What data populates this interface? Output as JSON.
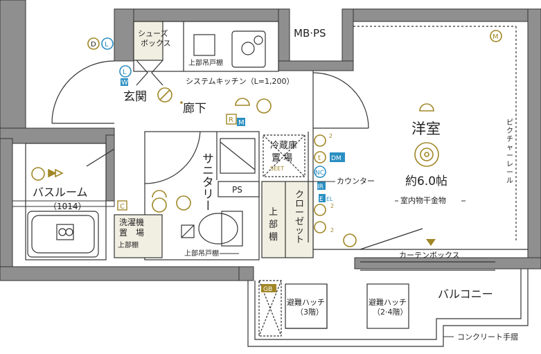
{
  "rooms": {
    "entrance": "玄関",
    "shoe_box": [
      "シューズ",
      "ボックス"
    ],
    "hallway": "廊下",
    "kitchen": "システムキッチン（L=1,200）",
    "kitchen_upper": "上部吊戸棚",
    "bathroom": "バスルーム",
    "bathroom_size": "（1014）",
    "washer": [
      "洗濯機",
      "置　場"
    ],
    "washer_upper": "上部棚",
    "toilet": "サニタリー",
    "toilet_upper": "上部吊戸棚",
    "ps": "PS",
    "mbps": "MB·PS",
    "fridge": [
      "冷蔵庫",
      "置 場"
    ],
    "upper_shelf": [
      "上",
      "部",
      "棚"
    ],
    "closet": [
      "ク",
      "ロ",
      "ー",
      "ゼ",
      "ッ",
      "ト"
    ],
    "room": "洋室",
    "room_size": "約6.0帖",
    "counter": "カウンター",
    "dryer": "室内物干金物",
    "picture_rail": [
      "ピ",
      "ク",
      "チ",
      "ャ",
      "ー",
      "レ",
      "ー",
      "ル"
    ],
    "curtain_box": "カーテンボックス",
    "balcony": "バルコニー",
    "hatch_3f": [
      "避難ハッチ",
      "（3階）"
    ],
    "hatch_24f": [
      "避難ハッチ",
      "（2·4階）"
    ],
    "handrail": "コンクリート手摺"
  },
  "symbols": {
    "d": "D",
    "l": "L",
    "w": "W",
    "m": "M",
    "r": "R",
    "c": "C",
    "t": "t",
    "dm": "DM",
    "nc": "NC",
    "ir": "IR",
    "e": "E",
    "el": "EL",
    "gb": "GB",
    "two": "2",
    "sheet": "SEET"
  },
  "colors": {
    "wall": "#8f8f8f",
    "gold": "#a08626",
    "blue": "#2a8fc2",
    "floor_fill": "#f1efe2"
  }
}
